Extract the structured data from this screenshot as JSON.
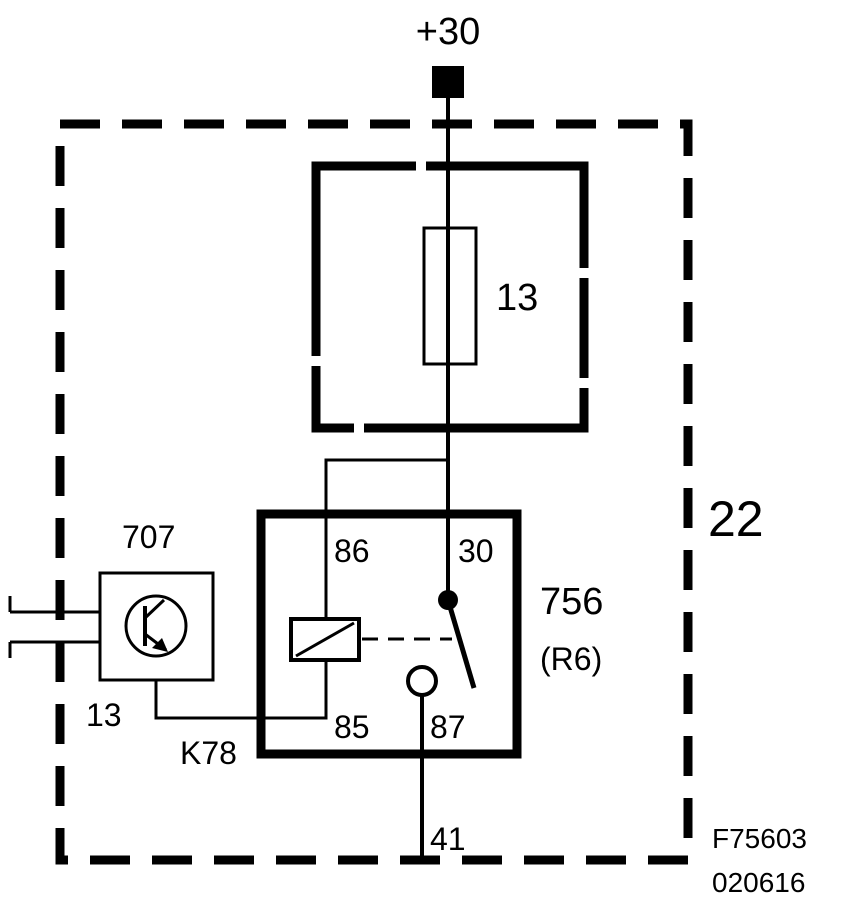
{
  "diagram": {
    "supply_label": "+30",
    "fuse_label": "13",
    "module_label": "22",
    "transistor_id": "707",
    "transistor_pin": "13",
    "relay_id": "756",
    "relay_alt": "(R6)",
    "relay_pins": {
      "p86": "86",
      "p30": "30",
      "p85": "85",
      "p87": "87"
    },
    "connector_label": "K78",
    "output_label": "41",
    "figure_code": "F75603",
    "figure_date": "020616"
  },
  "colors": {
    "ink": "#000000",
    "paper": "#ffffff"
  }
}
